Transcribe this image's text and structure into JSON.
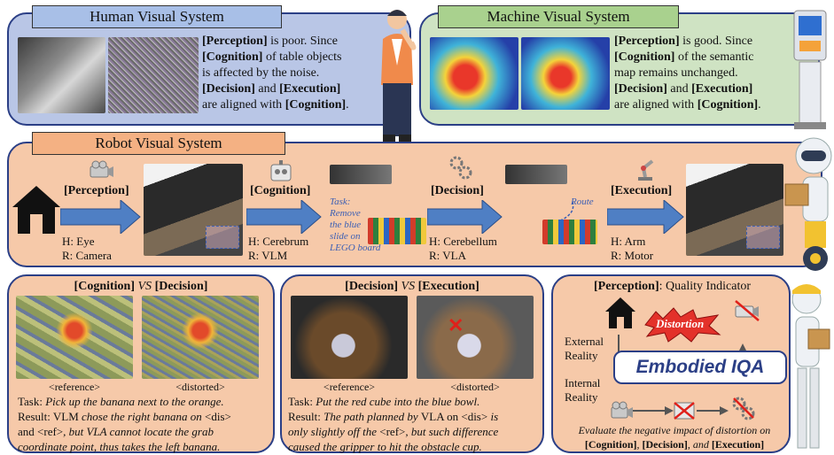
{
  "human": {
    "title": "Human Visual System",
    "p1_a": "[Perception]",
    "p1_b": " is poor. Since",
    "p2_a": "[Cognition]",
    "p2_b": " of table objects",
    "p3": "is affected by the noise.",
    "p4_a": "[Decision]",
    "p4_b": " and ",
    "p4_c": "[Execution]",
    "p5_a": "are aligned with ",
    "p5_b": "[Cognition]",
    "p5_c": "."
  },
  "machine": {
    "title": "Machine Visual System",
    "p1_a": "[Perception]",
    "p1_b": " is good. Since",
    "p2_a": "[Cognition]",
    "p2_b": " of the semantic",
    "p3": "map remains unchanged.",
    "p4_a": "[Decision]",
    "p4_b": " and ",
    "p4_c": "[Execution]",
    "p5_a": "are aligned with ",
    "p5_b": "[Cognition]",
    "p5_c": "."
  },
  "robot": {
    "title": "Robot Visual System",
    "perception": "[Perception]",
    "cognition": "[Cognition]",
    "decision": "[Decision]",
    "execution": "[Execution]",
    "h_eye": "H: Eye",
    "r_camera": "R: Camera",
    "h_cerebrum": "H: Cerebrum",
    "r_vlm": "R: VLM",
    "h_cerebellum": "H: Cerebellum",
    "r_vla": "R: VLA",
    "h_arm": "H: Arm",
    "r_motor": "R: Motor",
    "task_note": [
      "Task:",
      "Remove",
      "the blue",
      "slide on",
      "LEGO board"
    ],
    "route": "Route"
  },
  "cog_vs_dec": {
    "title_a": "[Cognition]",
    "title_vs": " VS ",
    "title_b": "[Decision]",
    "ref": "<reference>",
    "dis": "<distorted>",
    "task_label": "Task: ",
    "task_text": "Pick up the banana next to the orange.",
    "result_label": "Result: ",
    "r1": "VLM ",
    "r2": "chose the right banana on ",
    "r3": "<dis>",
    "r4": "and ",
    "r5": "<ref>",
    "r6": ", but VLA cannot locate the grab",
    "r7": "coordinate point, thus takes the left banana."
  },
  "dec_vs_exe": {
    "title_a": "[Decision]",
    "title_vs": " VS ",
    "title_b": "[Execution]",
    "ref": "<reference>",
    "dis": "<distorted>",
    "task_label": "Task: ",
    "task_text": "Put the red cube into the blue bowl.",
    "result_label": "Result: ",
    "r1": "The path planned by ",
    "r2": "VLA on ",
    "r3": "<dis>",
    "r4": " is",
    "r5": "only slightly off the ",
    "r6": "<ref>",
    "r7": ", but such difference",
    "r8": "caused the gripper to hit the obstacle cup."
  },
  "eiqa": {
    "title_a": "[Perception]",
    "title_b": ": Quality Indicator",
    "distortion": "Distortion",
    "external": "External",
    "reality1": "Reality",
    "internal": "Internal",
    "reality2": "Reality",
    "badge": "Embodied IQA",
    "desc1": "Evaluate the negative impact of distortion on",
    "c": "[Cognition]",
    "sep1": ", ",
    "d": "[Decision]",
    "sep2": ", ",
    "and": "and ",
    "e": "[Execution]"
  },
  "colors": {
    "blue_panel": "#b7c5e4",
    "green_panel": "#cfe3c4",
    "orange_panel": "#f6c9a9",
    "border": "#2b3f86",
    "arrow": "#4f7fc4"
  }
}
